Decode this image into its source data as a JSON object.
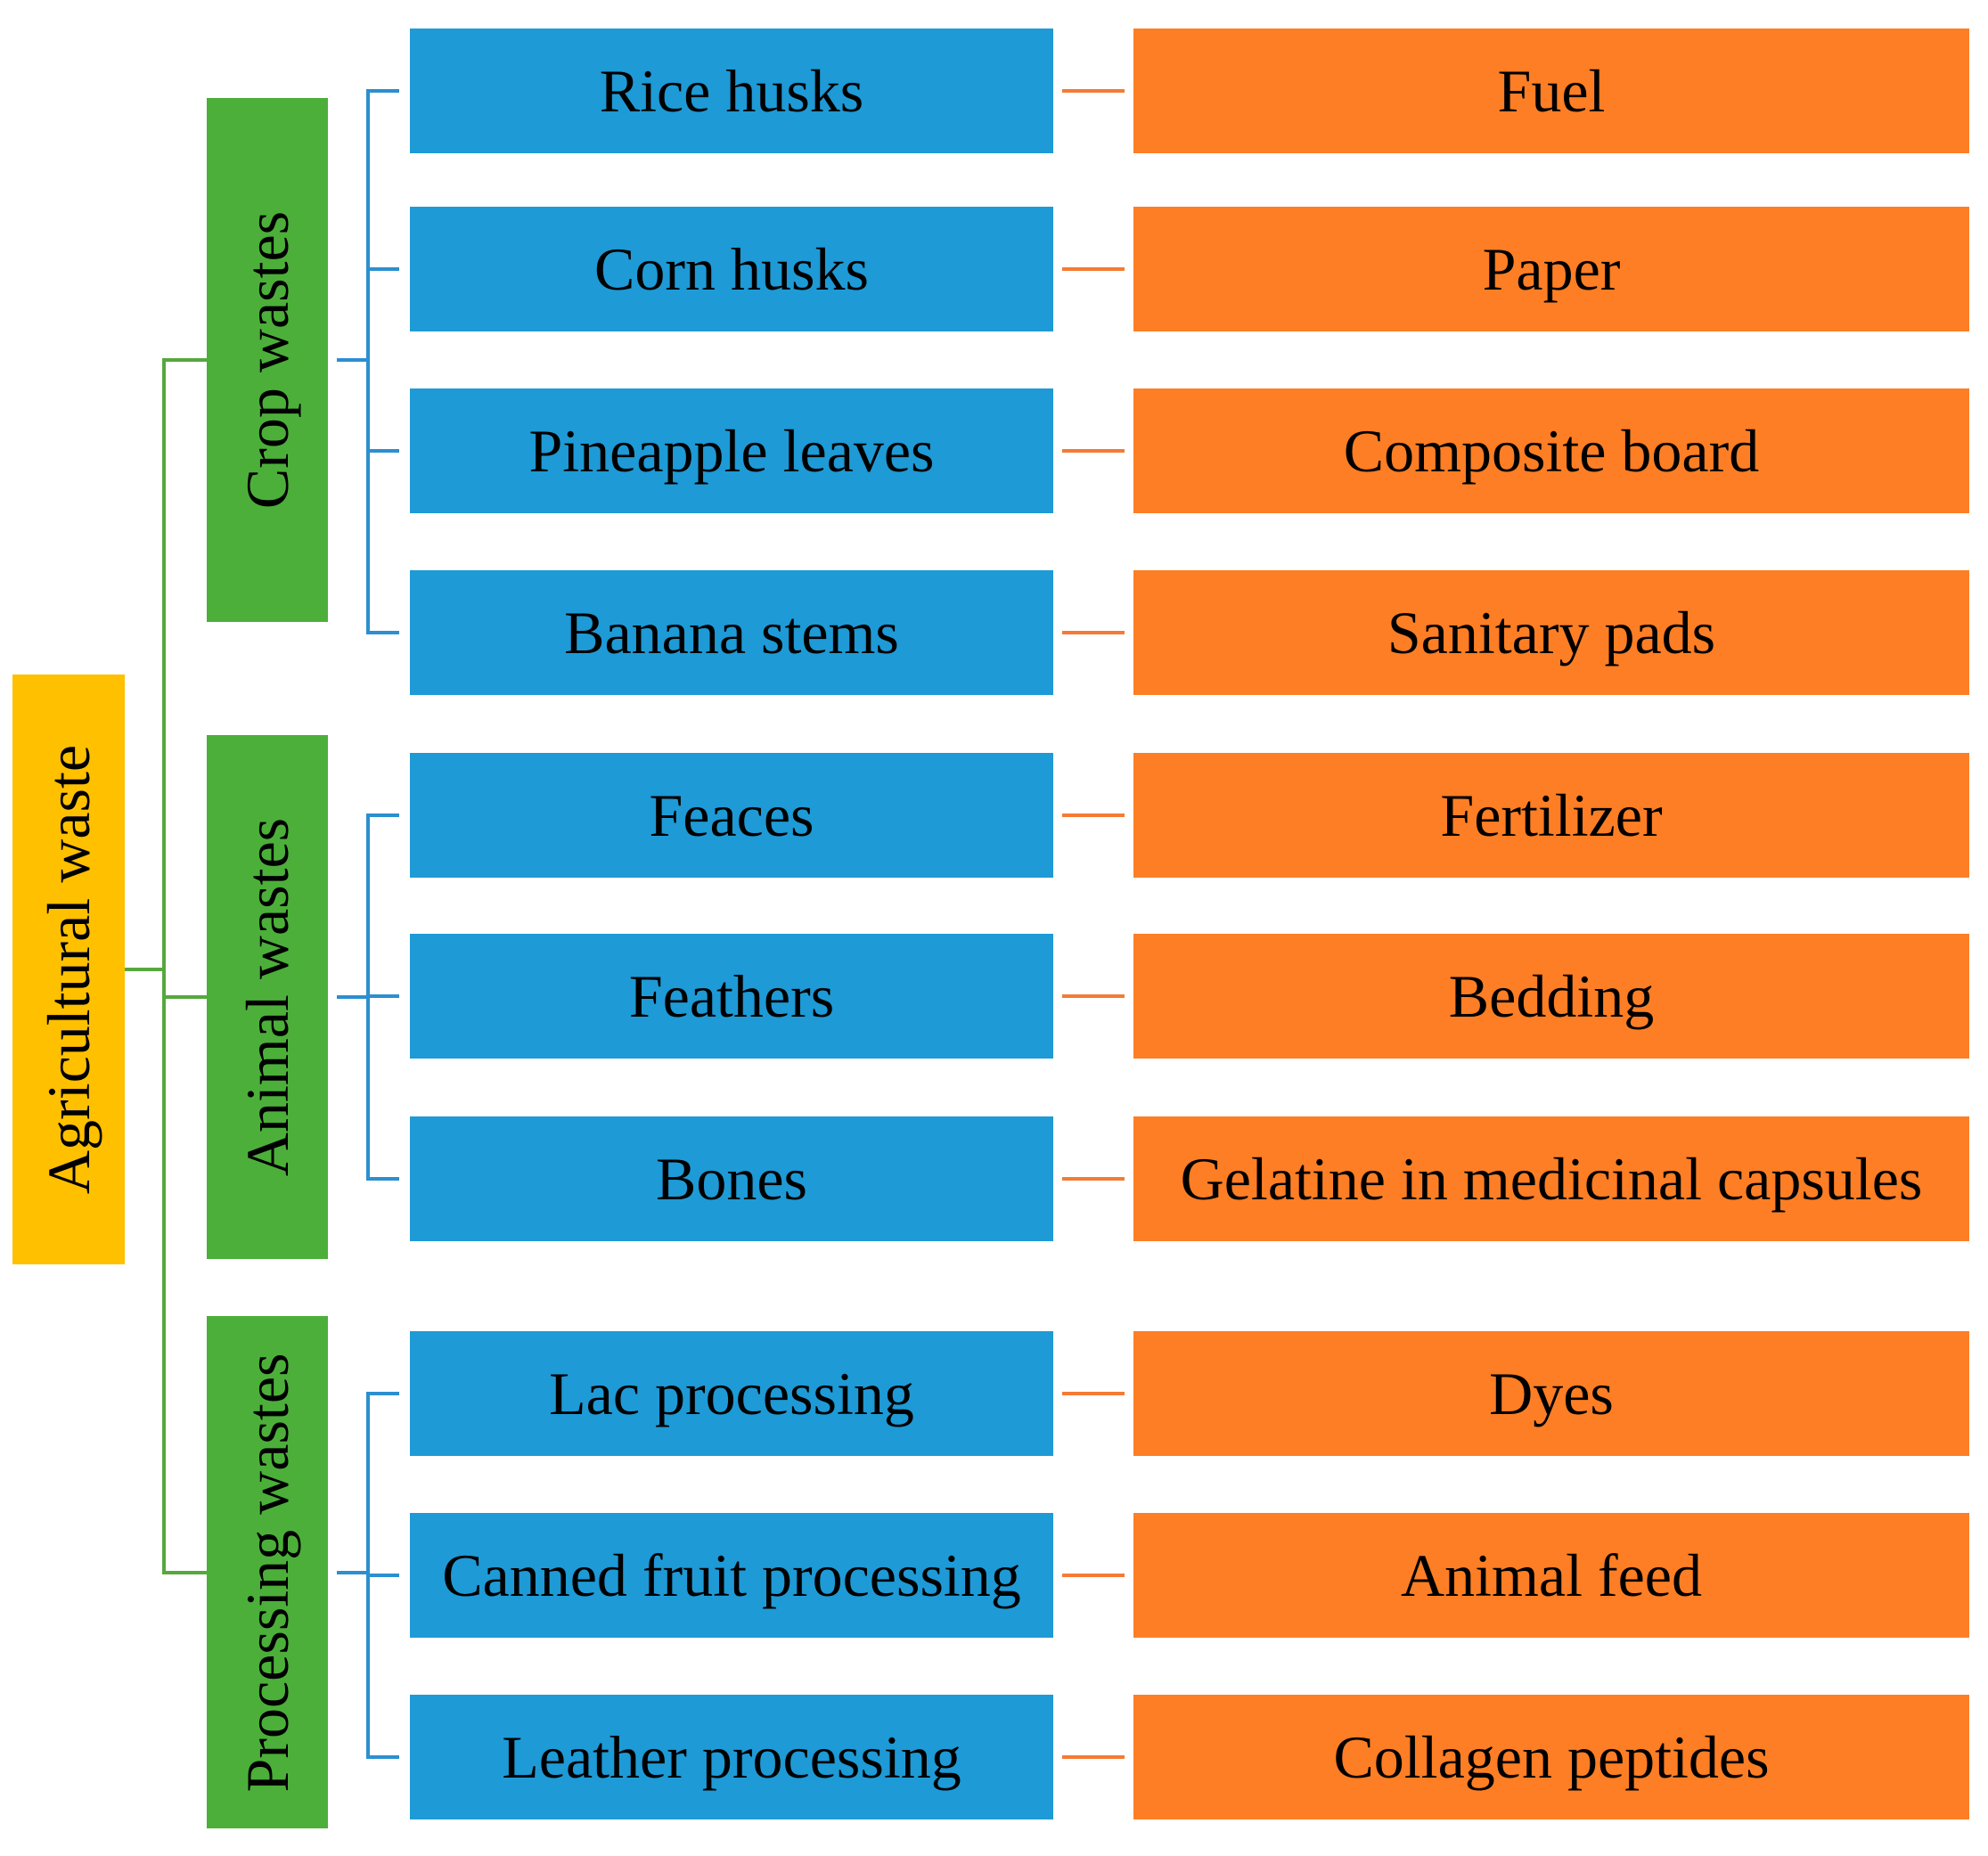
{
  "root": {
    "label": "Agricultural waste",
    "color": "#FFC000"
  },
  "colors": {
    "category": "#4CAF3A",
    "category_line": "#56A83E",
    "source": "#1E9AD6",
    "source_line": "#2B8FD0",
    "use": "#FD7E24",
    "use_line": "#F47B34"
  },
  "categories": [
    {
      "label": "Crop wastes",
      "items": [
        {
          "source": "Rice husks",
          "use": "Fuel"
        },
        {
          "source": "Corn husks",
          "use": "Paper"
        },
        {
          "source": "Pineapple leaves",
          "use": "Composite board"
        },
        {
          "source": "Banana stems",
          "use": "Sanitary pads"
        }
      ]
    },
    {
      "label": "Animal wastes",
      "items": [
        {
          "source": "Feaces",
          "use": "Fertilizer"
        },
        {
          "source": "Feathers",
          "use": "Bedding"
        },
        {
          "source": "Bones",
          "use": "Gelatine in medicinal capsules"
        }
      ]
    },
    {
      "label": "Processing wastes",
      "items": [
        {
          "source": "Lac processing",
          "use": "Dyes"
        },
        {
          "source": "Canned fruit processing",
          "use": "Animal feed"
        },
        {
          "source": "Leather processing",
          "use": "Collagen peptides"
        }
      ]
    }
  ]
}
